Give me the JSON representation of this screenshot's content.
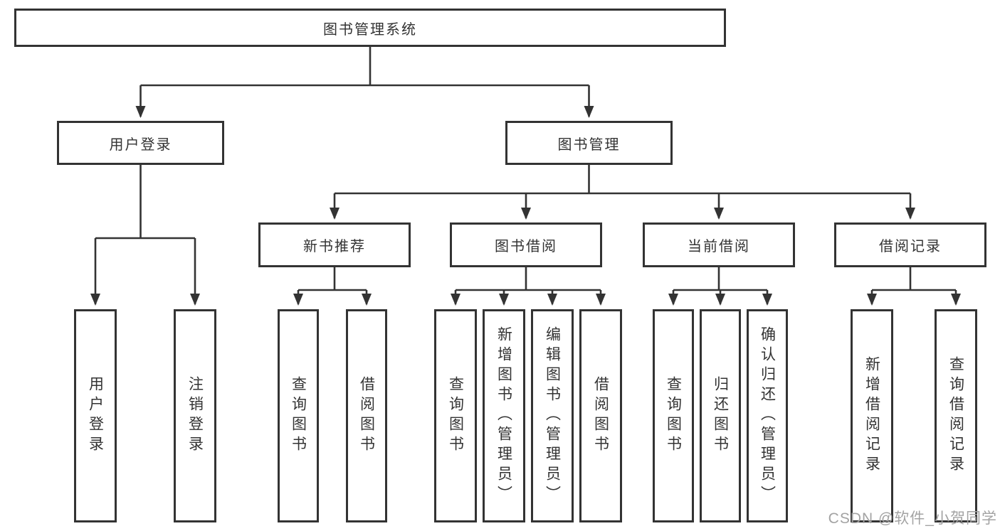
{
  "diagram": {
    "root": {
      "label": "图书管理系统",
      "children": [
        {
          "label": "用户登录",
          "children": [
            {
              "label": "用户登录"
            },
            {
              "label": "注销登录"
            }
          ]
        },
        {
          "label": "图书管理",
          "children": [
            {
              "label": "新书推荐",
              "children": [
                {
                  "label": "查询图书"
                },
                {
                  "label": "借阅图书"
                }
              ]
            },
            {
              "label": "图书借阅",
              "children": [
                {
                  "label": "查询图书"
                },
                {
                  "label": "新增图书（管理员）"
                },
                {
                  "label": "编辑图书（管理员）"
                },
                {
                  "label": "借阅图书"
                }
              ]
            },
            {
              "label": "当前借阅",
              "children": [
                {
                  "label": "查询图书"
                },
                {
                  "label": "归还图书"
                },
                {
                  "label": "确认归还（管理员）"
                }
              ]
            },
            {
              "label": "借阅记录",
              "children": [
                {
                  "label": "新增借阅记录"
                },
                {
                  "label": "查询借阅记录"
                }
              ]
            }
          ]
        }
      ]
    }
  },
  "watermark": {
    "text": "CSDN @软件_小贺同学"
  },
  "colors": {
    "line": "#333333",
    "node_border": "#333333",
    "node_text": "#333333",
    "background": "#ffffff",
    "watermark_text": "#a3a3a3"
  }
}
